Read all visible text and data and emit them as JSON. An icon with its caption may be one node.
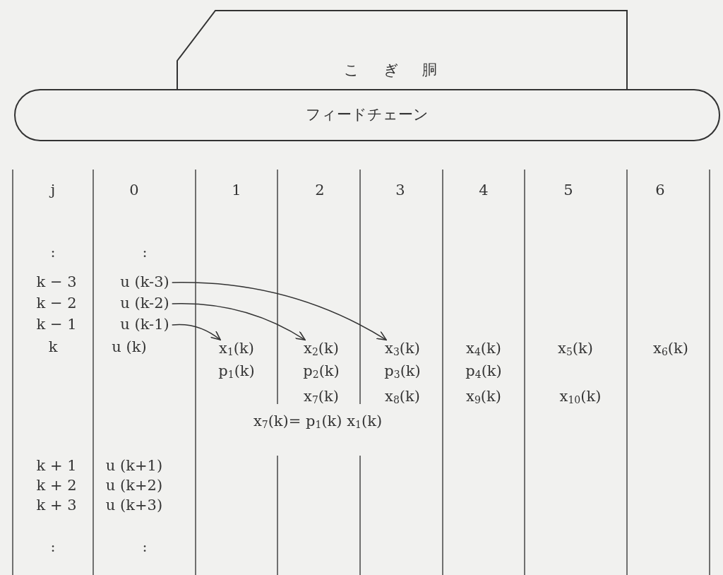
{
  "diagram": {
    "nodes": [
      {
        "text": [
          "こぎ胴"
        ]
      },
      {
        "text": [
          "フィードチェーン"
        ]
      },
      {
        "text": [
          "u (k-3)"
        ]
      },
      {
        "text": [
          "u (k-2)"
        ]
      },
      {
        "text": [
          "u (k-1)"
        ]
      },
      {
        "text": [
          "x$_{1}$(k)"
        ]
      },
      {
        "text": [
          "x$_{2}$(k)"
        ]
      },
      {
        "text": [
          "x$_{3}$(k)"
        ]
      }
    ],
    "edges": [
      {
        "from": 2,
        "to": 7,
        "arrow": "to"
      },
      {
        "from": 3,
        "to": 6,
        "arrow": "to"
      },
      {
        "from": 4,
        "to": 5,
        "arrow": "to"
      }
    ],
    "labels": [
      "j",
      "0",
      "1",
      "2",
      "3",
      "4",
      "5",
      "6",
      ":",
      ":",
      "k − 3",
      "k − 2",
      "k − 1",
      "k",
      "u (k)",
      "x$_{4}$(k)",
      "x$_{5}$(k)",
      "x$_{6}$(k)",
      "p$_{1}$(k)",
      "p$_{2}$(k)",
      "p$_{3}$(k)",
      "p$_{4}$(k)",
      "x$_{7}$(k)",
      "x$_{8}$(k)",
      "x$_{9}$(k)",
      "x$_{10}$(k)",
      "x$_{7}$(k)= p$_{1}$(k) x$_{1}$(k)",
      "k + 1",
      "u (k+1)",
      "k + 2",
      "u (k+2)",
      "k + 3",
      "u (k+3)",
      ":",
      ":"
    ]
  }
}
